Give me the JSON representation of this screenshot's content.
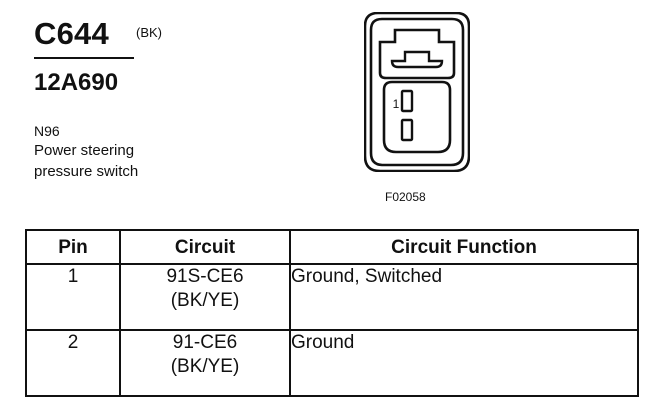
{
  "header": {
    "connector_id": "C644",
    "color_code": "(BK)",
    "part_number": "12A690",
    "component_code": "N96",
    "component_desc": "Power steering\npressure switch"
  },
  "diagram": {
    "figure_code": "F02058",
    "pin_label": "1",
    "icon": "connector-face-icon"
  },
  "table": {
    "headers": {
      "pin": "Pin",
      "circuit": "Circuit",
      "function": "Circuit Function"
    },
    "rows": [
      {
        "pin": "1",
        "circuit_line1": "91S-CE6",
        "circuit_line2": "(BK/YE)",
        "function": "Ground, Switched"
      },
      {
        "pin": "2",
        "circuit_line1": "91-CE6",
        "circuit_line2": "(BK/YE)",
        "function": "Ground"
      }
    ]
  }
}
